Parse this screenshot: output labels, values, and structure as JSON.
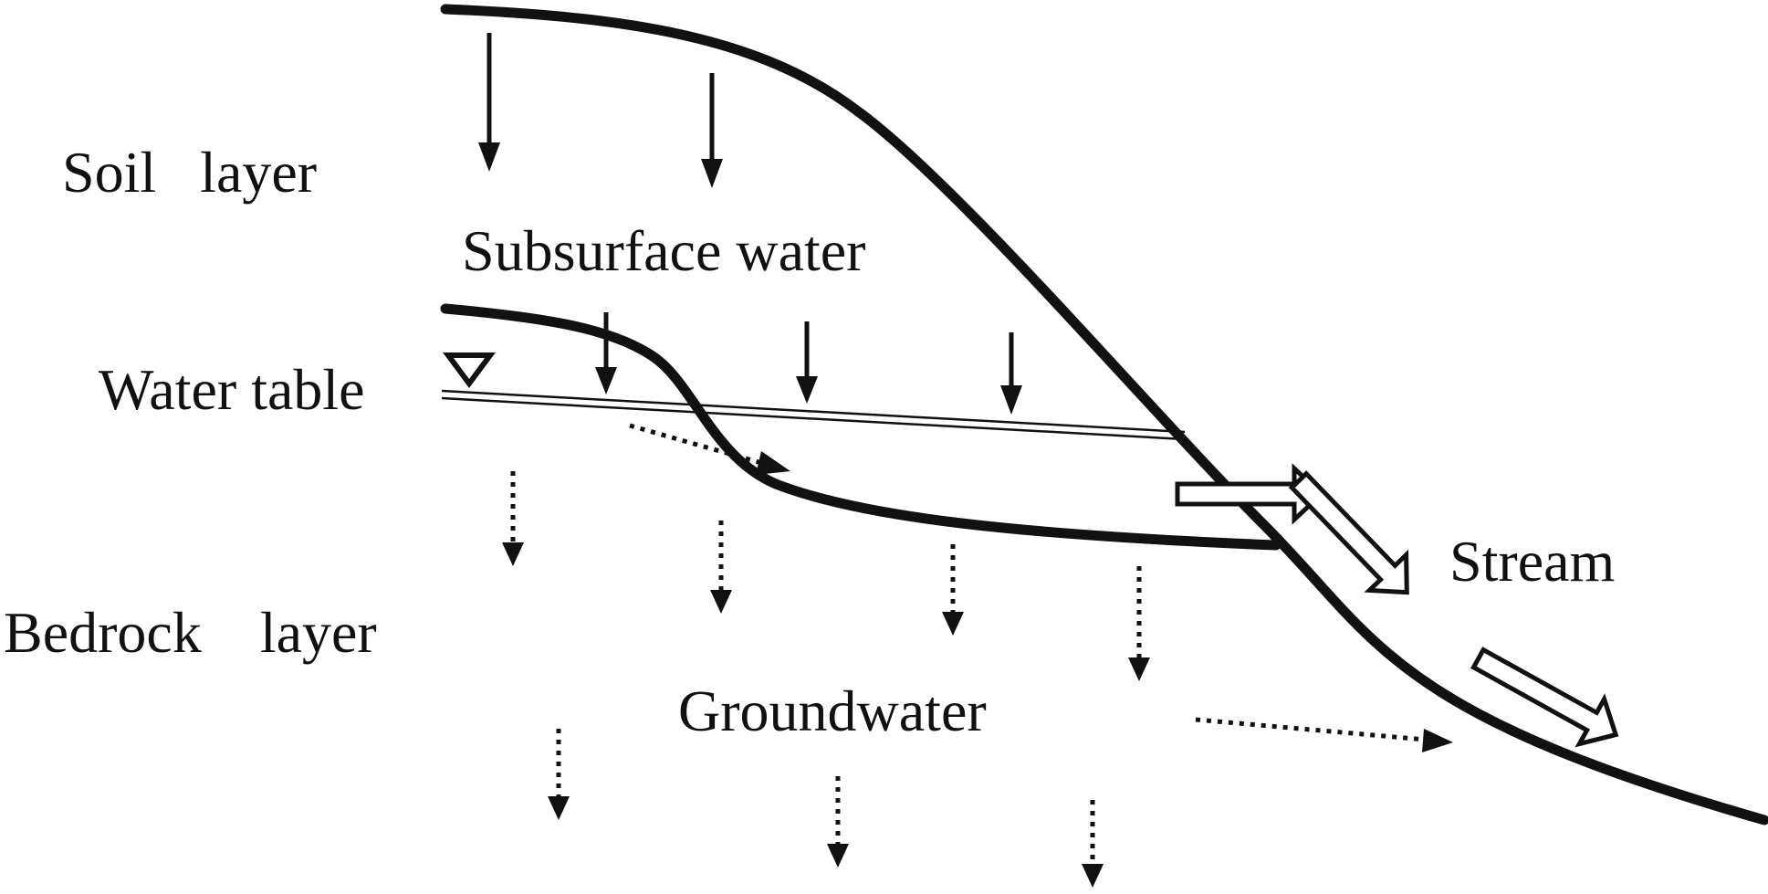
{
  "labels": {
    "soil_layer": "Soil   layer",
    "subsurface_water": "Subsurface water",
    "water_table": "Water table",
    "bedrock_layer": "Bedrock    layer",
    "groundwater": "Groundwater",
    "stream": "Stream"
  },
  "colors": {
    "ink": "#111111",
    "background": "#ffffff"
  },
  "icons": {
    "water_table_marker": "inverted-triangle-icon"
  }
}
